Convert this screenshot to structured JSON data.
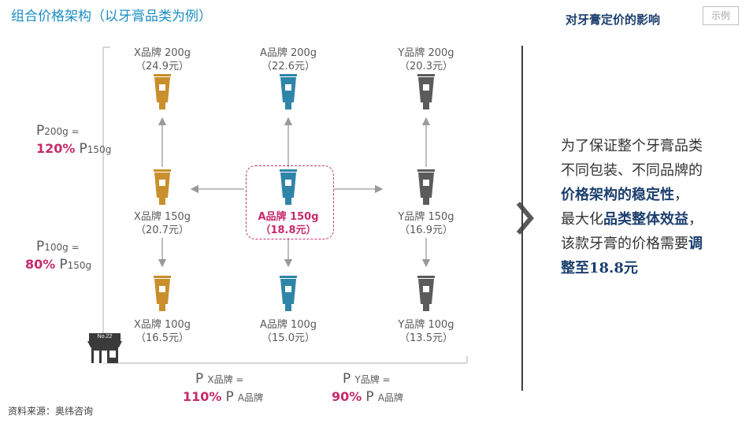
{
  "title": "组合价格架构（以牙膏品类为例）",
  "header": {
    "title": "对牙膏定价的影响",
    "badge": "示例"
  },
  "source": "资料来源：奥纬咨询",
  "store": {
    "sign": "No.22"
  },
  "colors": {
    "x_brand": "#c88f2c",
    "a_brand": "#2e85a8",
    "y_brand": "#5b5b5b",
    "highlight": "#c72a6c",
    "accent": "#1c3f6e"
  },
  "grid": [
    {
      "brand": "x",
      "size": "200g",
      "label": "X品牌 200g",
      "price": "（24.9元）"
    },
    {
      "brand": "a",
      "size": "200g",
      "label": "A品牌 200g",
      "price": "（22.6元）"
    },
    {
      "brand": "y",
      "size": "200g",
      "label": "Y品牌 200g",
      "price": "（20.3元）"
    },
    {
      "brand": "x",
      "size": "150g",
      "label": "X品牌 150g",
      "price": "（20.7元）"
    },
    {
      "brand": "a",
      "size": "150g",
      "label": "A品牌 150g",
      "price": "（18.8元）"
    },
    {
      "brand": "y",
      "size": "150g",
      "label": "Y品牌 150g",
      "price": "（16.9元）"
    },
    {
      "brand": "x",
      "size": "100g",
      "label": "X品牌 100g",
      "price": "（16.5元）"
    },
    {
      "brand": "a",
      "size": "100g",
      "label": "A品牌 100g",
      "price": "（15.0元）"
    },
    {
      "brand": "y",
      "size": "100g",
      "label": "Y品牌 100g",
      "price": "（13.5元）"
    }
  ],
  "ratios": {
    "size200": {
      "p": "P",
      "sub": "200g =",
      "pct": "120%",
      "p2": "P",
      "sub2": "150g"
    },
    "size100": {
      "p": "P",
      "sub": "100g =",
      "pct": "80%",
      "p2": "P",
      "sub2": "150g"
    },
    "brandx": {
      "p": "P",
      "sub": "X品牌 =",
      "pct": "110%",
      "p2": "P",
      "sub2": "A品牌"
    },
    "brandy": {
      "p": "P",
      "sub": "Y品牌 =",
      "pct": "90%",
      "p2": "P",
      "sub2": "A品牌"
    }
  },
  "description": {
    "line1": "为了保证整个牙膏品类",
    "line2": "不同包装、不同品牌的",
    "line3_hl": "价格架构的稳定性",
    "line3_tail": "，",
    "line4_pre": "最大化",
    "line4_hl": "品类整体效益",
    "line4_tail": "，",
    "line5_pre": "该款牙膏的价格需要",
    "line5_hl": "调",
    "line6_hl": "整至18.8元"
  }
}
